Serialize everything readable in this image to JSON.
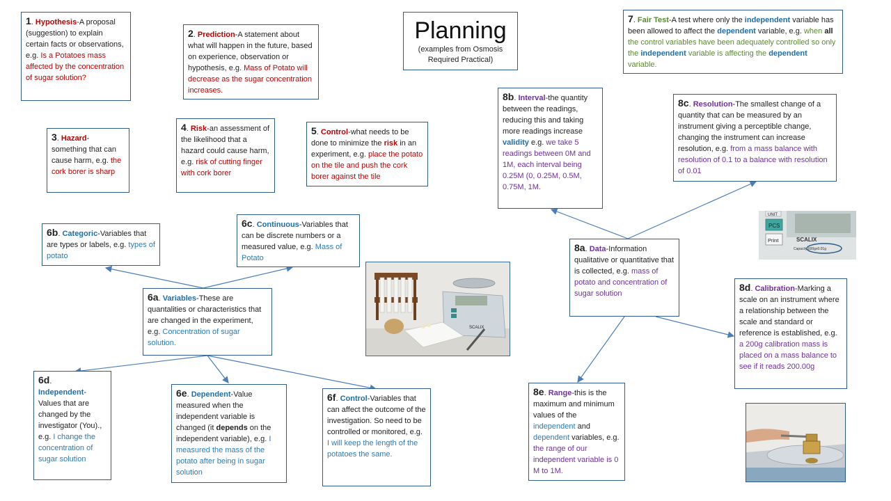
{
  "title": {
    "main": "Planning",
    "sub": "(examples from Osmosis Required Practical)"
  },
  "cards": {
    "hypothesis": {
      "num": "1",
      "dot": ".",
      "term": "Hypothesis",
      "def": "-A proposal (suggestion) to explain certain facts or observations, e.g.",
      "example": "Is a Potatoes mass affected by the concentration of sugar solution?"
    },
    "prediction": {
      "num": "2",
      "dot": ".",
      "term": "Prediction",
      "def": "-A statement about what will happen in the future, based on experience, observation or hypothesis, e.g.",
      "example": "Mass of Potato will decrease as the sugar concentration increases."
    },
    "hazard": {
      "num": "3",
      "dot": ".",
      "term": "Hazard",
      "def": "-something that can cause harm, e.g.",
      "example": "the cork borer is sharp"
    },
    "risk": {
      "num": "4",
      "dot": ".",
      "term": "Risk",
      "def": "-an assessment of the likelihood that a hazard could cause harm, e.g.",
      "example": "risk of cutting finger with cork borer"
    },
    "control": {
      "num": "5",
      "dot": ".",
      "term": "Control",
      "def_a": "-what needs to be done to minimize the",
      "def_b": "risk",
      "def_c": "in an experiment, e.g.",
      "example": "place the potato on the tile and push the cork borer against the tile"
    },
    "fair_test": {
      "num": "7",
      "dot": ".",
      "term": "Fair Test",
      "def_a": "-A test where only the",
      "w_independent": "independent",
      "def_b": "variable has been allowed to affect the",
      "w_dependent": "dependent",
      "def_c": "variable, e.g.",
      "ex_a": "when",
      "ex_all": "all",
      "ex_b": "the control variables have been adequately controlled so only the",
      "ex_independent": "independent",
      "ex_c": "variable is affecting the",
      "ex_dependent": "dependent",
      "ex_d": "variable."
    },
    "variables": {
      "num": "6a",
      "dot": ".",
      "term": "Variables",
      "def": "-These are quantalities or characteristics that are changed in the experiment, e.g.",
      "example": "Concentration of sugar solution."
    },
    "categoric": {
      "num": "6b",
      "dot": ".",
      "term": "Categoric",
      "def": "-Variables that are types or labels, e.g.",
      "example": "types of potato"
    },
    "continuous": {
      "num": "6c",
      "dot": ".",
      "term": "Continuous",
      "def": "-Variables that can be discrete numbers or a measured value, e.g.",
      "example": "Mass of Potato"
    },
    "independent": {
      "num": "6d",
      "dot": ".",
      "term": "Independent",
      "def": "-Values that are changed by the investigator (You)., e.g.",
      "example": "I change the concentration of sugar solution"
    },
    "dependent": {
      "num": "6e",
      "dot": ".",
      "term": "Dependent",
      "def_a": "-Value measured when the independent variable is changed (it",
      "def_b": "depends",
      "def_c": "on the independent variable), e.g.",
      "example": "I measured the mass of the potato after being in sugar solution"
    },
    "control_var": {
      "num": "6f",
      "dot": ".",
      "term": "Control",
      "def": "-Variables that can affect the outcome of the investigation. So need to be controlled or monitored, e.g.",
      "example": "I will keep the length of the potatoes the same."
    },
    "data": {
      "num": "8a",
      "dot": ".",
      "term": "Data",
      "def": "-Information qualitative or quantitative that is collected, e.g.",
      "example": "mass of potato and concentration of sugar solution"
    },
    "interval": {
      "num": "8b",
      "dot": ".",
      "term": "Interval",
      "def": "-the quantity between the readings, reducing this and taking more readings increase",
      "w_validity": "validity",
      "def_b": "e.g.",
      "example": "we take 5 readings between 0M and 1M, each interval being 0.25M (0, 0.25M, 0.5M, 0.75M, 1M."
    },
    "resolution": {
      "num": "8c",
      "dot": ".",
      "term": "Resolution",
      "def": "-The smallest change of a quantity that can be measured by an instrument giving a perceptible change, changing the instrument can increase resolution, e.g.",
      "example": "from a mass balance with resolution of 0.1 to a balance with resolution of 0.01"
    },
    "calibration": {
      "num": "8d",
      "dot": ".",
      "term": "Calibration",
      "def": "-Marking a scale on an instrument where a relationship between the scale and standard or reference is established, e.g.",
      "example": "a 200g calibration mass is placed on a mass balance to see if it reads 200.00g"
    },
    "range": {
      "num": "8e",
      "dot": ".",
      "term": "Range",
      "def": "-this is the maximum and minimum values of the",
      "w_independent": "independent",
      "and": "and",
      "w_dependent": "dependent",
      "def_b": "variables, e.g.",
      "example": "the range of our independent variable is 0 M to 1M."
    }
  },
  "photos": {
    "scale_closeup": {
      "unit": "UNIT",
      "pcs": "PCS",
      "print": "Print",
      "brand": "SCALIX",
      "capacity": "Capacity 600gx0.01g"
    },
    "equipment": {
      "brand": "SCALIX"
    }
  },
  "colors": {
    "box_border": "#2e5c86",
    "arrow": "#4a7ebb",
    "red": "#c00000",
    "blue": "#1f6ea8",
    "purple": "#7030a0",
    "green": "#5a8a2e"
  }
}
